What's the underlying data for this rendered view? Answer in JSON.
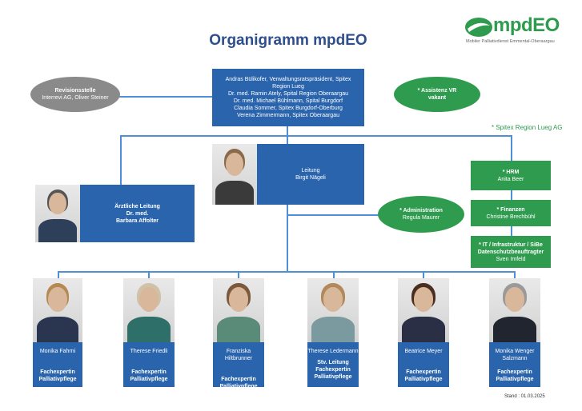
{
  "title": "Organigramm mpdEO",
  "logo": {
    "text": "mpdEO",
    "subtitle": "Mobiler Palliativdienst Emmental-Oberaargau",
    "color": "#2f9b4f"
  },
  "board": {
    "members": [
      "Andras Bülikofer, Verwaltungsratspräsident, Spitex Region Lueg",
      "Dr. med. Ramin Ately, Spital Region Oberaargau",
      "Dr. med. Michael Bühlmann, Spital Burgdorf",
      "Claudia Sommer, Spitex Burgdorf-Oberburg",
      "Verena Zimmermann, Spitex Oberaargau"
    ]
  },
  "revision": {
    "title": "Revisionsstelle",
    "name": "Interrevi AG, Oliver Steiner"
  },
  "assistenz": {
    "title": "* Assistenz VR",
    "name": "vakant"
  },
  "spitex_note": "* Spitex Region Lueg AG",
  "leitung": {
    "title": "Leitung",
    "name": "Birgit Nägeli"
  },
  "aerztliche": {
    "title": "Ärztliche Leitung",
    "name1": "Dr. med.",
    "name2": "Barbara Affolter"
  },
  "administration": {
    "title": "* Administration",
    "name": "Regula Maurer"
  },
  "hrm": {
    "title": "* HRM",
    "name": "Anita Beer"
  },
  "finanzen": {
    "title": "* Finanzen",
    "name": "Christine Brechbühl"
  },
  "it": {
    "title": "* IT / Infrastruktur / SiBe",
    "title2": "Datenschutzbeauftragter",
    "name": "Sven Imfeld"
  },
  "staff": [
    {
      "name": "Monika Fahrni",
      "extra": "",
      "role1": "Fachexpertin",
      "role2": "Palliativpflege"
    },
    {
      "name": "Therese Friedli",
      "extra": "",
      "role1": "Fachexpertin",
      "role2": "Palliativpflege"
    },
    {
      "name": "Franziska Hiltbrunner",
      "extra": "",
      "role1": "Fachexpertin",
      "role2": "Palliativpflege"
    },
    {
      "name": "Therese Ledermann",
      "extra": "Stv. Leitung",
      "role1": "Fachexpertin",
      "role2": "Palliativpflege"
    },
    {
      "name": "Beatrice Meyer",
      "extra": "",
      "role1": "Fachexpertin",
      "role2": "Palliativpflege"
    },
    {
      "name": "Monika Wenger",
      "extra": "Salzmann",
      "role1": "Fachexpertin",
      "role2": "Palliativpflege"
    }
  ],
  "stand": "Stand : 01.03.2025"
}
